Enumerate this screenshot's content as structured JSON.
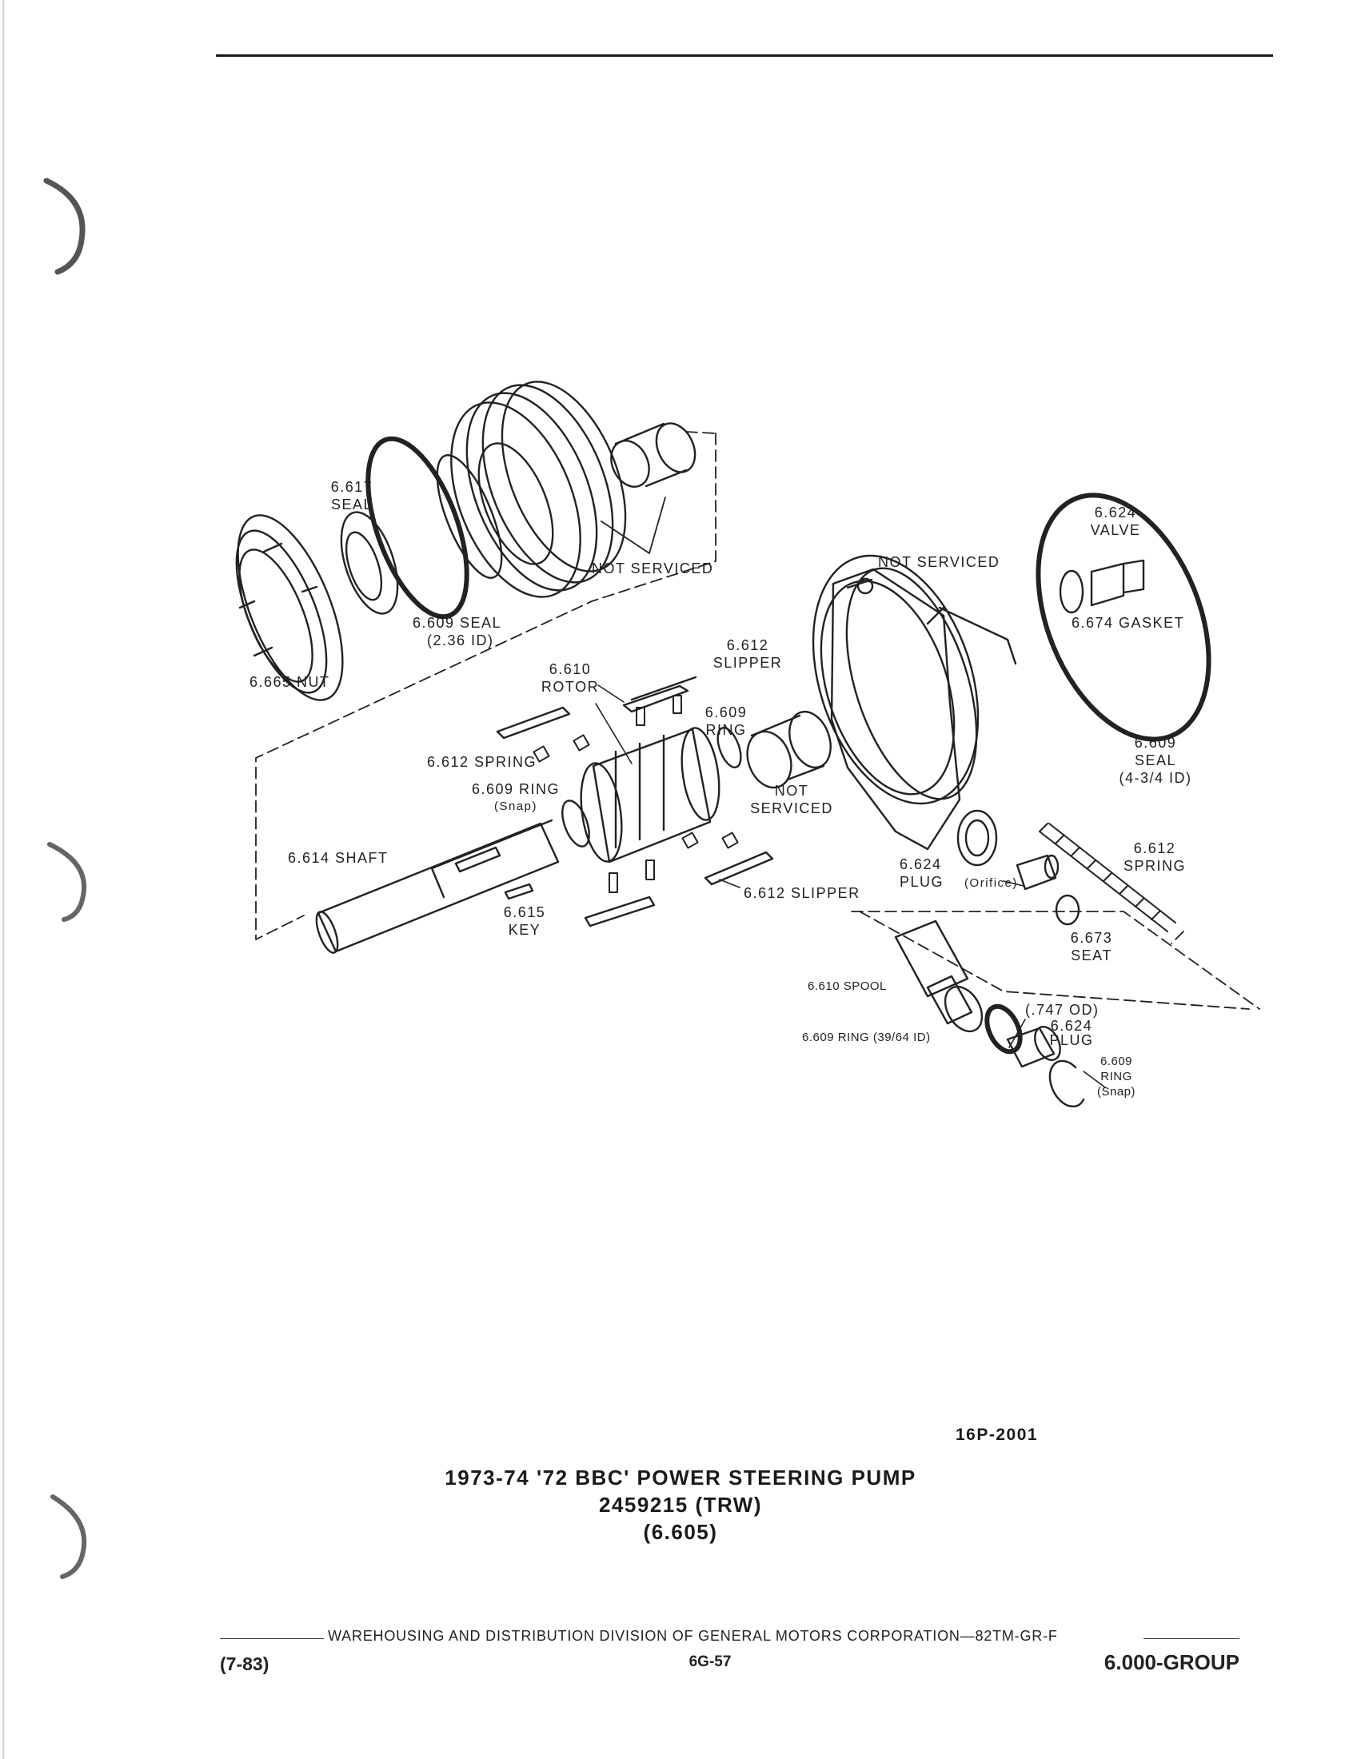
{
  "figure": {
    "code": "16P-2001",
    "title_line1": "1973-74 '72 BBC' POWER STEERING PUMP",
    "title_line2": "2459215 (TRW)",
    "title_line3": "(6.605)"
  },
  "labels": {
    "seal_6617": [
      "6.617",
      "SEAL"
    ],
    "nut_6665": "6.665 NUT",
    "seal_6609_small": [
      "6.609 SEAL",
      "(2.36 ID)"
    ],
    "not_serviced_top": "NOT SERVICED",
    "not_serviced_housing": "NOT SERVICED",
    "rotor_6610": [
      "6.610",
      "ROTOR"
    ],
    "slipper_6612_top": [
      "6.612",
      "SLIPPER"
    ],
    "ring_6609_mid": [
      "6.609",
      "RING"
    ],
    "spring_6612_left": "6.612 SPRING",
    "ring_6609_snap_left": [
      "6.609 RING",
      "(Snap)"
    ],
    "not_serviced_bushing": [
      "NOT",
      "SERVICED"
    ],
    "shaft_6614": "6.614 SHAFT",
    "key_6615": [
      "6.615",
      "KEY"
    ],
    "slipper_6612_bottom": "6.612 SLIPPER",
    "valve_6624": [
      "6.624",
      "VALVE"
    ],
    "gasket_6674": "6.674 GASKET",
    "seal_6609_large": [
      "6.609",
      "SEAL",
      "(4-3/4 ID)"
    ],
    "spring_6612_right": [
      "6.612",
      "SPRING"
    ],
    "plug_6624_orifice": [
      "6.624",
      "PLUG",
      "(Orifice)"
    ],
    "seat_6673": [
      "6.673",
      "SEAT"
    ],
    "spool_6610": "6.610 SPOOL",
    "od_note": "(.747 OD)",
    "plug_6624_lower": [
      "6.624",
      "PLUG"
    ],
    "ring_6609_lower": "6.609 RING  (39/64 ID)",
    "ring_6609_snap_right": [
      "6.609",
      "RING",
      "(Snap)"
    ]
  },
  "footer": {
    "credit": "WAREHOUSING AND DISTRIBUTION  DIVISION OF GENERAL MOTORS CORPORATION—82TM-GR-F",
    "date": "(7-83)",
    "page": "6G-57",
    "group": "6.000-GROUP"
  }
}
